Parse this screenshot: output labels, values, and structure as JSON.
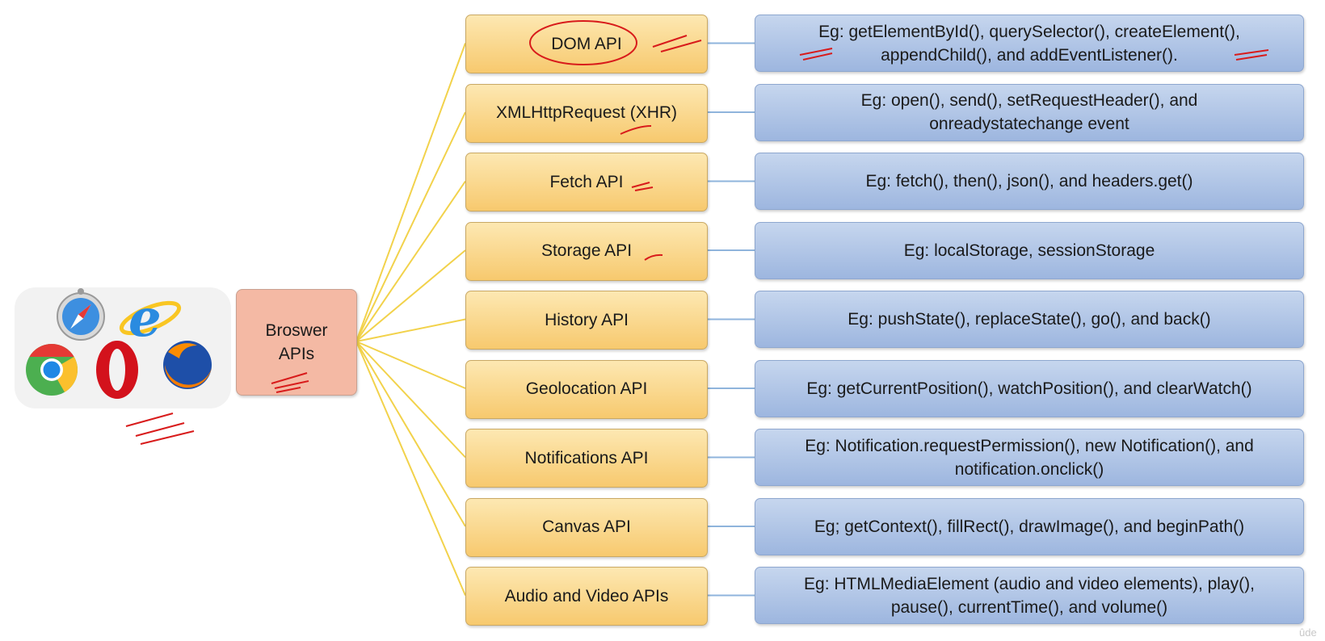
{
  "root": {
    "label": "Broswer\nAPIs"
  },
  "logos": [
    {
      "name": "safari-logo",
      "color": "#2f7fd6"
    },
    {
      "name": "internet-explorer-logo",
      "color": "#1e88e5"
    },
    {
      "name": "chrome-logo",
      "color": "#4caf50"
    },
    {
      "name": "opera-logo",
      "color": "#d3121c"
    },
    {
      "name": "firefox-logo",
      "color": "#f57c00"
    }
  ],
  "apis": [
    {
      "name": "DOM API",
      "example": "Eg: getElementById(), querySelector(), createElement(),\nappendChild(), and addEventListener()."
    },
    {
      "name": "XMLHttpRequest (XHR)",
      "example": "Eg: open(), send(), setRequestHeader(), and\nonreadystatechange event"
    },
    {
      "name": "Fetch API",
      "example": "Eg: fetch(), then(), json(), and headers.get()"
    },
    {
      "name": "Storage API",
      "example": "Eg: localStorage, sessionStorage"
    },
    {
      "name": "History API",
      "example": "Eg: pushState(), replaceState(), go(), and back()"
    },
    {
      "name": "Geolocation API",
      "example": "Eg: getCurrentPosition(), watchPosition(), and clearWatch()"
    },
    {
      "name": "Notifications API",
      "example": "Eg: Notification.requestPermission(), new Notification(), and\nnotification.onclick()"
    },
    {
      "name": "Canvas API",
      "example": "Eg; getContext(), fillRect(), drawImage(), and beginPath()"
    },
    {
      "name": "Audio and Video APIs",
      "example": "Eg: HTMLMediaElement (audio and video elements), play(),\npause(), currentTime(), and volume()"
    }
  ],
  "colors": {
    "connector_yellow": "#f2d24b",
    "connector_blue": "#8fb4dc",
    "annotation_red": "#d81b1b"
  },
  "watermark": "ûde"
}
